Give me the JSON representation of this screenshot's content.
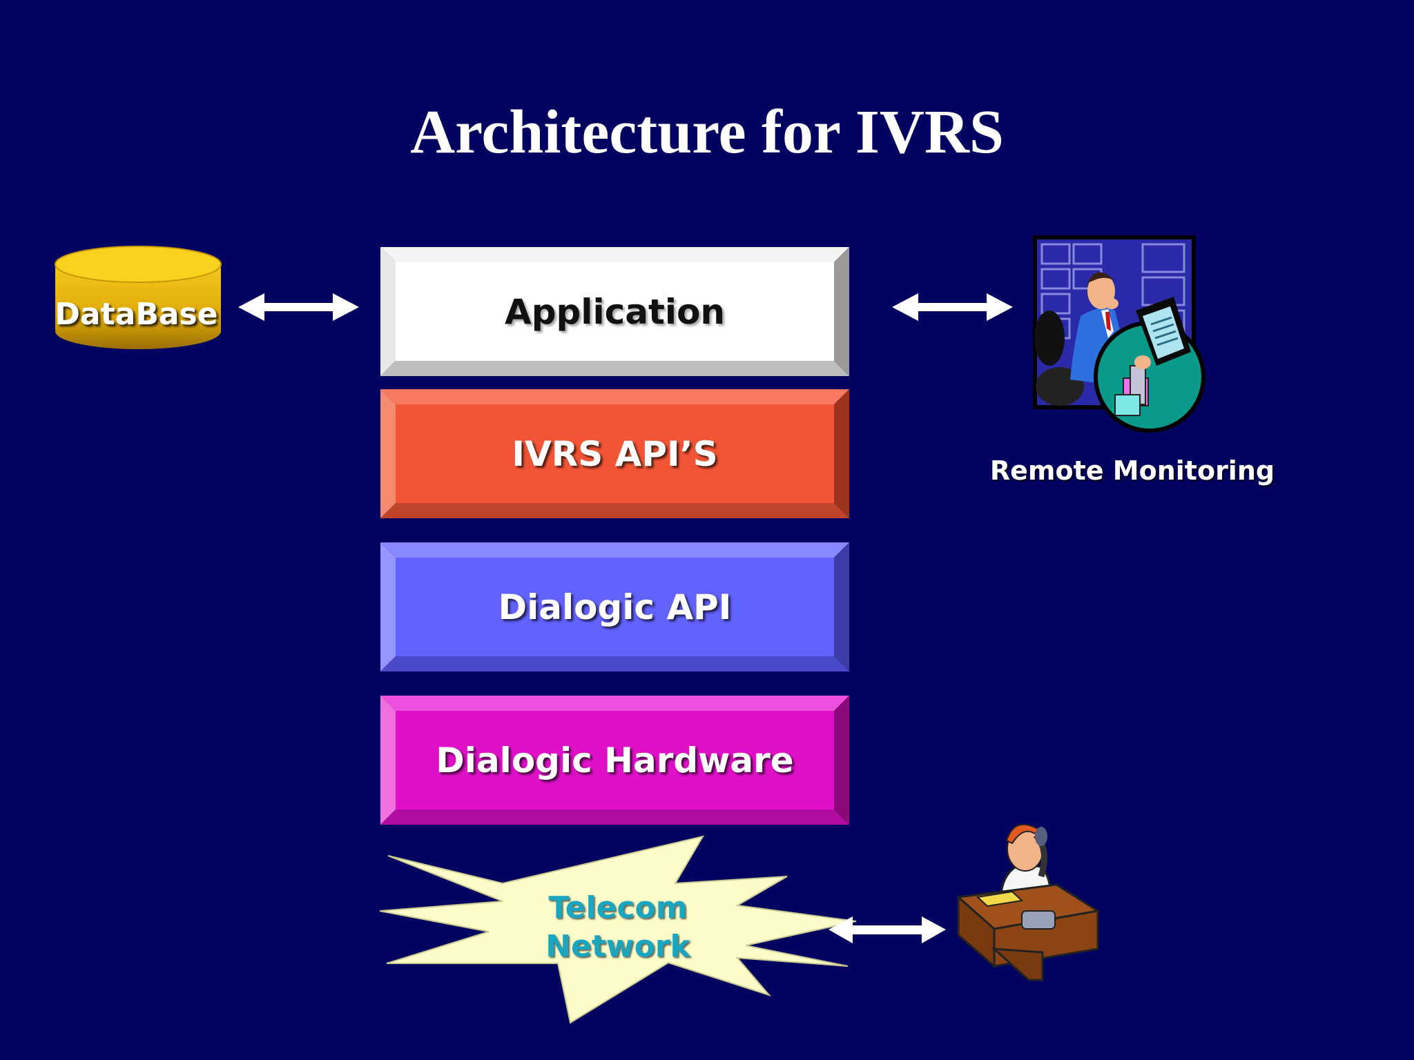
{
  "title": "Architecture for IVRS",
  "database": {
    "label": "DataBase"
  },
  "layers": [
    {
      "label": "Application"
    },
    {
      "label": "IVRS API’S"
    },
    {
      "label": "Dialogic API"
    },
    {
      "label": "Dialogic Hardware"
    }
  ],
  "remote": {
    "label": "Remote Monitoring"
  },
  "telecom": {
    "line1": "Telecom",
    "line2": "Network"
  },
  "icons": [
    "database-icon",
    "remote-monitoring-clipart-icon",
    "telecom-burst-icon",
    "caller-clipart-icon",
    "double-arrow-icon"
  ],
  "colors": {
    "background": "#020260",
    "application": "#ffffff",
    "ivrs_api": "#f25535",
    "dialogic_api": "#6262ff",
    "dialogic_hardware": "#e010c8",
    "database": "#e6b40c",
    "telecom_burst": "#fdfcc8",
    "telecom_text": "#1aa6c0"
  }
}
